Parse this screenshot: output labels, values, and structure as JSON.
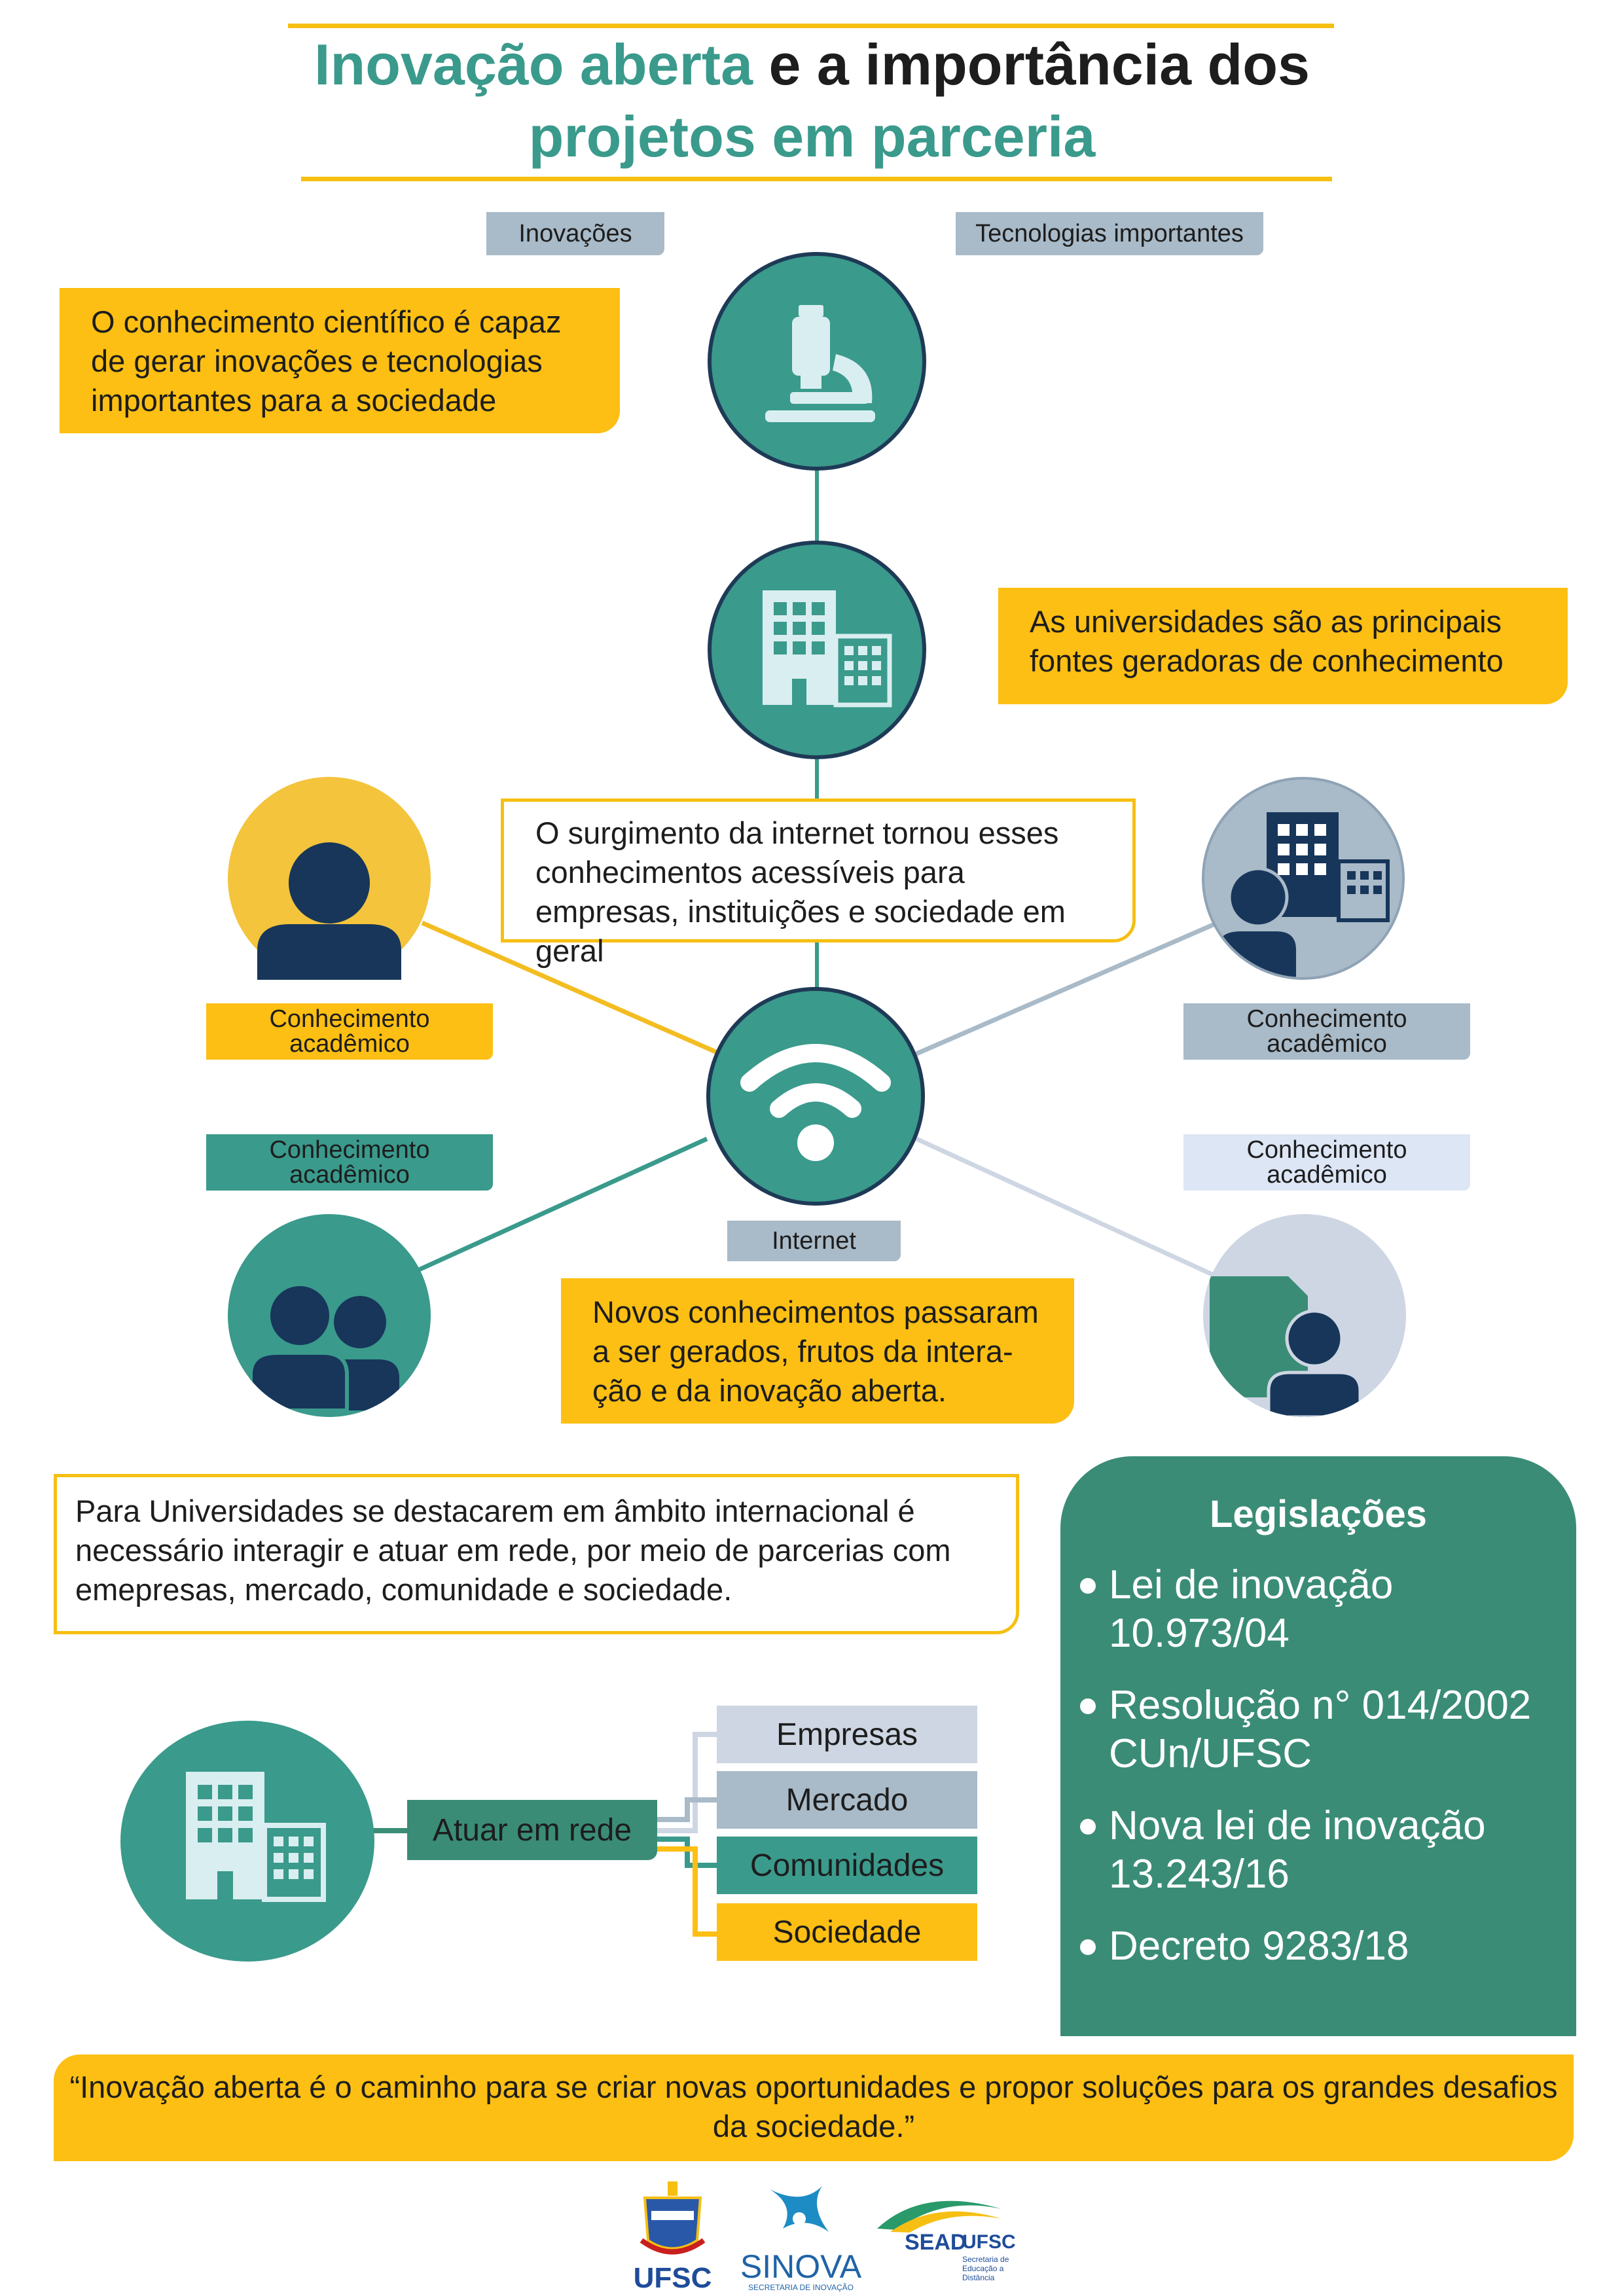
{
  "title": {
    "line1_highlight": "Inovação aberta",
    "line1_rest": " e a importância dos",
    "line2": "projetos em parceria"
  },
  "tags": {
    "inovacoes": "Inovações",
    "tecnologias": "Tecnologias importantes",
    "conhecimento_1": "Conhecimento acadêmico",
    "conhecimento_2": "Conhecimento acadêmico",
    "conhecimento_3": "Conhecimento acadêmico",
    "conhecimento_4": "Conhecimento acadêmico",
    "internet": "Internet"
  },
  "boxes": {
    "cientifico": "O conhecimento científico é capaz de gerar inovações e tecnologias importantes para a sociedade",
    "universidades": "As universidades são as principais fontes geradoras de conhecimento",
    "internet": "O surgimento da internet tornou esses conhecimentos acessíveis para empresas, instituições e sociedade em geral",
    "novos": "Novos conhecimentos passaram a ser gerados, frutos da intera-ção e da inovação aberta.",
    "parcerias": "Para Universidades se destacarem em âmbito internacional é necessário interagir e atuar em rede, por meio de parcerias com emepresas, mercado, comunidade e sociedade."
  },
  "network": {
    "center": "Atuar em rede",
    "items": [
      "Empresas",
      "Mercado",
      "Comunidades",
      "Sociedade"
    ]
  },
  "legislacoes": {
    "title": "Legislações",
    "items": [
      "Lei de inovação 10.973/04",
      "Resolução n° 014/2002 CUn/UFSC",
      "Nova lei de inovação 13.243/16",
      "Decreto 9283/18"
    ]
  },
  "quote": "“Inovação aberta é o caminho para se criar novas oportunidades e propor soluções para os grandes desafios da sociedade.”",
  "logos": {
    "ufsc": "UFSC",
    "sinova": "SINOVA",
    "sinova_sub": "SECRETARIA DE INOVAÇÃO",
    "sead": "SEAD",
    "sead_ufsc": "UFSC",
    "sead_sub": "Secretaria de Educação a Distância"
  },
  "colors": {
    "teal": "#3a9a8c",
    "yellow": "#fdbf13",
    "navy": "#1e3a56",
    "gray_blue": "#a9bac8",
    "light_gray": "#ced6e3"
  }
}
